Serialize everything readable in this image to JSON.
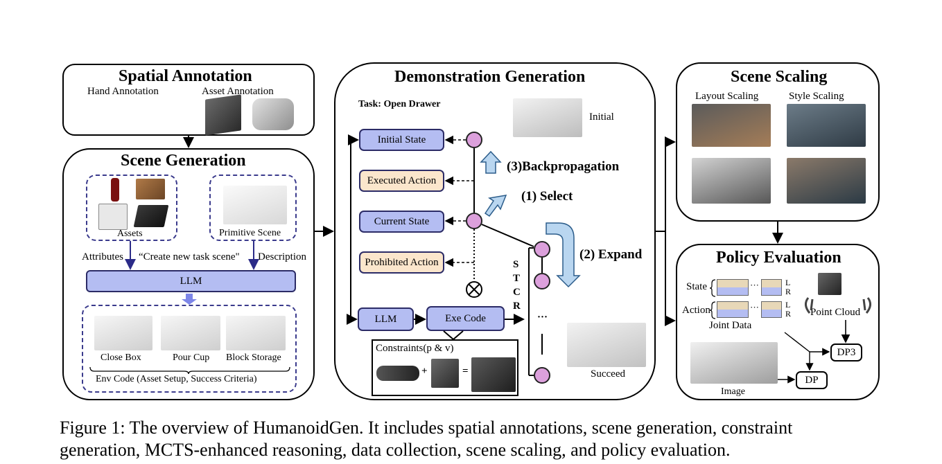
{
  "spatial": {
    "title": "Spatial Annotation",
    "hand": "Hand Annotation",
    "asset": "Asset Annotation"
  },
  "scene_gen": {
    "title": "Scene Generation",
    "assets": "Assets",
    "primitive": "Primitive Scene",
    "attributes": "Attributes",
    "create": "“Create new task scene\"",
    "description": "Description",
    "llm": "LLM",
    "tasks": [
      "Close Box",
      "Pour Cup",
      "Block Storage"
    ],
    "env_code": "Env Code (Asset Setup, Success Criteria)"
  },
  "demo": {
    "title": "Demonstration Generation",
    "task": "Task: Open Drawer",
    "initial": "Initial",
    "states": [
      "Initial State",
      "Executed Action",
      "Current State",
      "Prohibited Action"
    ],
    "backprop": "(3)Backpropagation",
    "select": "(1) Select",
    "expand": "(2) Expand",
    "stcr": [
      "S",
      "T",
      "C",
      "R"
    ],
    "llm": "LLM",
    "exe_code": "Exe Code",
    "constraints": "Constraints(p & v)",
    "plus": "+",
    "equals": "=",
    "ellipsis": "···",
    "succeed": "Succeed"
  },
  "scaling": {
    "title": "Scene Scaling",
    "layout": "Layout Scaling",
    "style": "Style Scaling"
  },
  "policy": {
    "title": "Policy Evaluation",
    "state": "State",
    "action": "Action",
    "L": "L",
    "R": "R",
    "dots": "···",
    "joint": "Joint Data",
    "point_cloud": "Point Cloud",
    "image": "Image",
    "dp3": "DP3",
    "dp": "DP"
  },
  "caption": {
    "line1": "Figure 1: The overview of HumanoidGen. It includes spatial annotations, scene generation, constraint",
    "line2": "generation, MCTS-enhanced reasoning, data collection, scene scaling, and policy evaluation."
  },
  "colors": {
    "blue_box": "#b4bdf2",
    "beige_box": "#fbe6cc",
    "node": "#dca0dc",
    "arrow_blue": "#b9d6f0"
  }
}
